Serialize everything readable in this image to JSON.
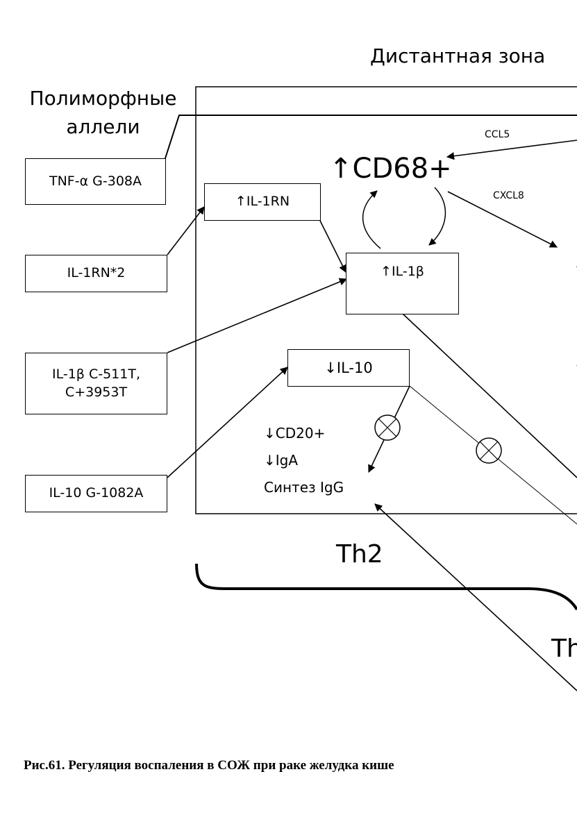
{
  "zone_title": "Дистантная зона",
  "polymorph_title": "Полиморфные аллели",
  "alleles": [
    "TNF-α  G-308A",
    "IL-1RN*2",
    "IL-1β C-511T, C+3953T",
    "IL-10 G-1082A"
  ],
  "nodes": {
    "cd68": "↑CD68+",
    "il1rn": "↑IL-1RN",
    "il1b": "↑IL-1β",
    "il10": "↓IL-10",
    "cd20": "↓CD20+",
    "iga": "↓IgA",
    "igg": "Синтез IgG",
    "right_arrow_partial": "↑",
    "right_cut_partial": "↑"
  },
  "edge_labels": {
    "ccl5": "CCL5",
    "cxcl8": "CXCL8"
  },
  "bracket_labels": {
    "th2": "Th2",
    "th_partial": "Th"
  },
  "caption": "Рис.61. Регуляция воспаления в СОЖ при раке желудка кише"
}
